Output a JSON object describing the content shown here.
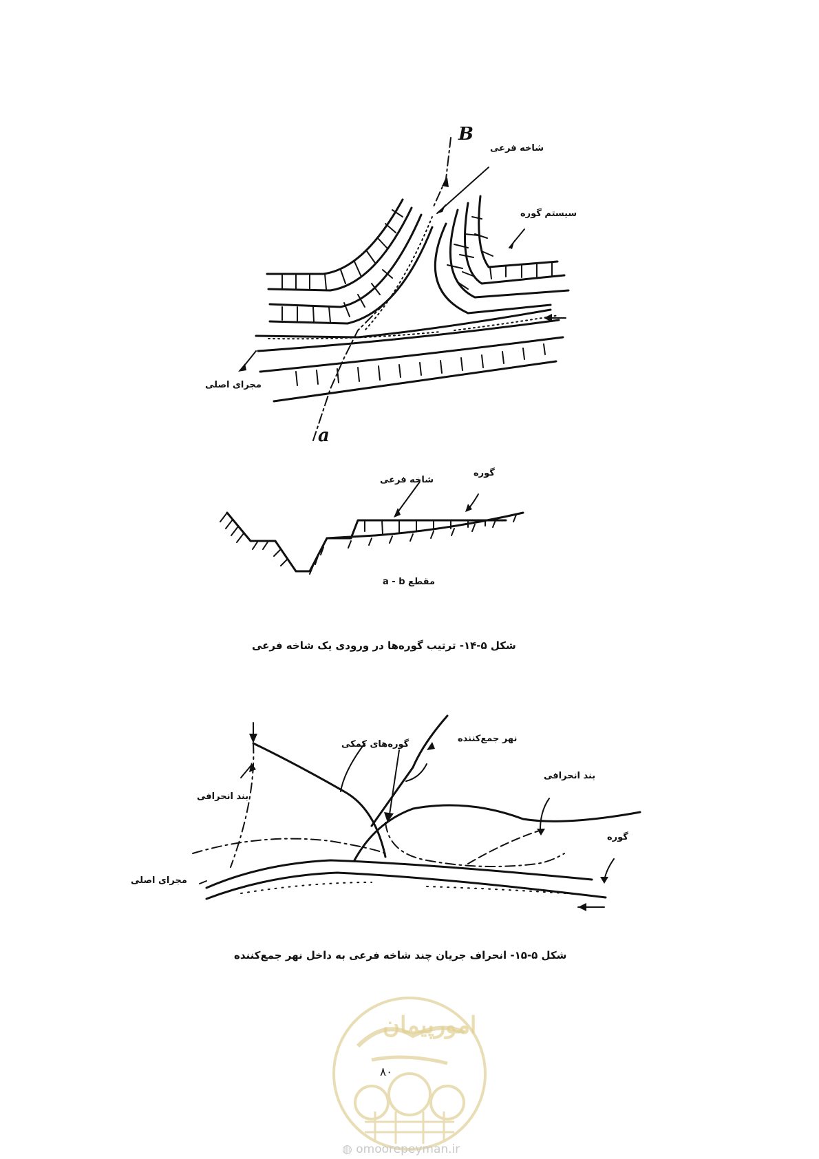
{
  "figure1": {
    "plan_labels": {
      "point_b": "B",
      "point_a": "a",
      "branch": "شاخه فرعی",
      "system": "سیستم گوره",
      "main_channel": "مجرای اصلی"
    },
    "section_labels": {
      "gore": "گوره",
      "branch": "شاخه فرعی",
      "section": "مقطع a - b"
    },
    "caption": "شکل ۵-۱۴- ترتیب گوره‌ها در ورودی یک شاخه فرعی"
  },
  "figure2": {
    "labels": {
      "collector": "نهر جمع‌کننده",
      "aux_gores": "گوره‌های کمکی",
      "diversion_dam_left": "بند انحرافی",
      "diversion_dam_right": "بند انحرافی",
      "gore": "گوره",
      "main_channel": "مجرای اصلی"
    },
    "caption": "شکل ۵-۱۵- انحراف جریان چند شاخه فرعی به داخل نهر جمع‌کننده"
  },
  "page_number": "۸۰",
  "watermark": {
    "logo_text": "امورپیمان",
    "url": "omoorepeyman.ir",
    "color": "#d8c27a"
  }
}
